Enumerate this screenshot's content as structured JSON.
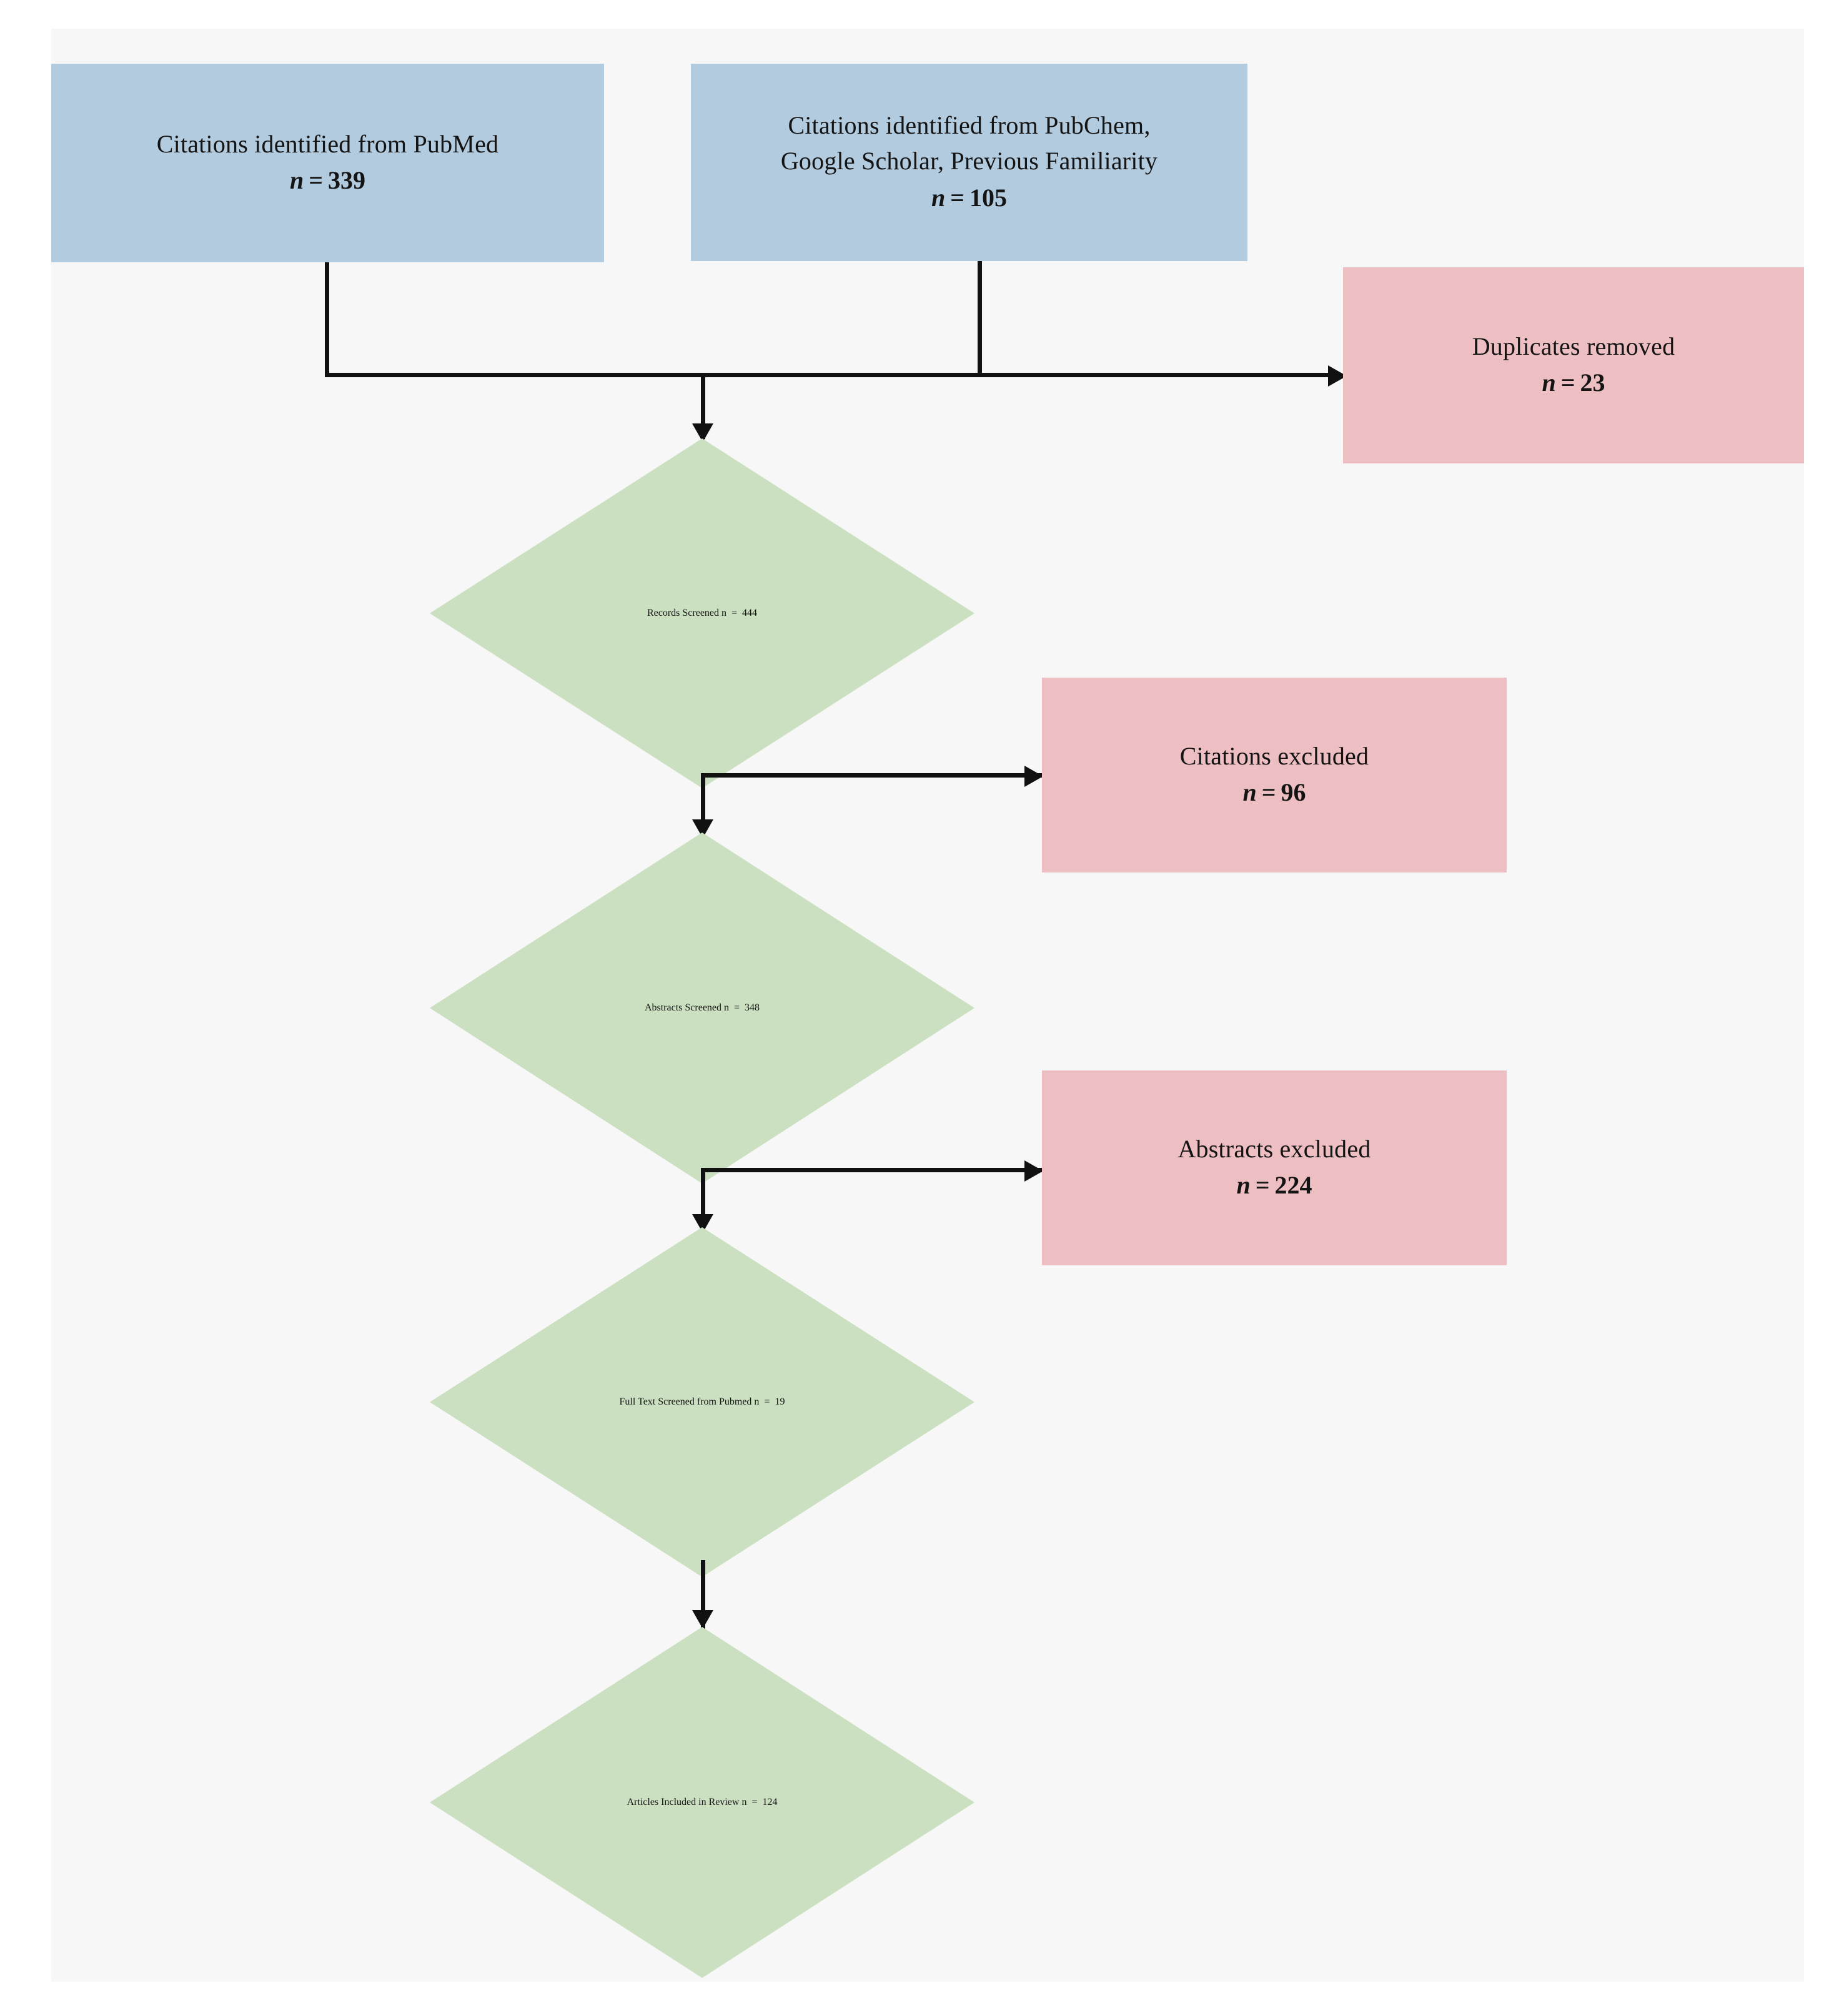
{
  "diagram": {
    "type": "prisma-flow-diagram",
    "colors": {
      "identification_box": "#b3cbde",
      "excluded_box": "#eebfc2",
      "screening_diamond": "#cbe0c0",
      "connector": "#111111",
      "panel_background": "#f7f7f7"
    },
    "nodes": [
      {
        "id": "pubmed-source",
        "shape": "rectangle",
        "label": "Citations identified from PubMed",
        "n_prefix": "n",
        "n_equals": "=",
        "n_value": "339"
      },
      {
        "id": "other-sources",
        "shape": "rectangle",
        "label_line1": "Citations identified from PubChem,",
        "label_line2": "Google Scholar, Previous Familiarity",
        "n_prefix": "n",
        "n_equals": "=",
        "n_value": "105"
      },
      {
        "id": "duplicates-removed",
        "shape": "rectangle",
        "label": "Duplicates removed",
        "n_prefix": "n",
        "n_equals": "=",
        "n_value": "23"
      },
      {
        "id": "records-screened",
        "shape": "diamond",
        "label": "Records Screened",
        "n_prefix": "n",
        "n_equals": "=",
        "n_value": "444"
      },
      {
        "id": "citations-excluded",
        "shape": "rectangle",
        "label": "Citations excluded",
        "n_prefix": "n",
        "n_equals": "=",
        "n_value": "96"
      },
      {
        "id": "abstracts-screened",
        "shape": "diamond",
        "label": "Abstracts Screened",
        "n_prefix": "n",
        "n_equals": "=",
        "n_value": "348"
      },
      {
        "id": "abstracts-excluded",
        "shape": "rectangle",
        "label": "Abstracts excluded",
        "n_prefix": "n",
        "n_equals": "=",
        "n_value": "224"
      },
      {
        "id": "full-text-screened",
        "shape": "diamond",
        "label_line1": "Full  Text Screened from",
        "label_line2": "Pubmed",
        "n_prefix": "n",
        "n_equals": "=",
        "n_value": "19"
      },
      {
        "id": "articles-included",
        "shape": "diamond",
        "label_line1": "Articles Included in",
        "label_line2": "Review",
        "n_prefix": "n",
        "n_equals": "=",
        "n_value": "124"
      }
    ]
  }
}
